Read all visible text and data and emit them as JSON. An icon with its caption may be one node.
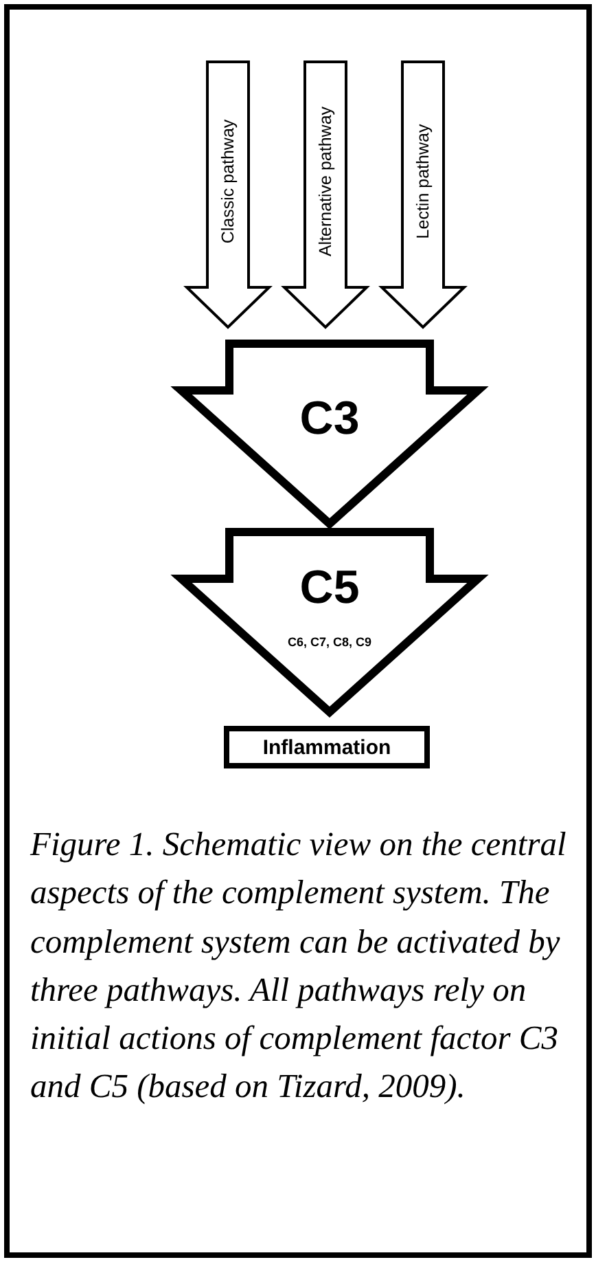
{
  "diagram": {
    "caption": "Figure 1. Schematic view on the central aspects of the complement system. The complement system can be activated by three pathways. All pathways rely on initial actions of complement factor C3 and C5 (based on Tizard, 2009).",
    "nodes": [
      {
        "text": [
          "Classic pathway"
        ]
      },
      {
        "text": [
          "Alternative pathway"
        ]
      },
      {
        "text": [
          "Lectin pathway"
        ]
      },
      {
        "text": [
          "C3"
        ]
      },
      {
        "text": [
          "C5",
          "C6, C7, C8, C9"
        ]
      },
      {
        "text": [
          "Inflammation"
        ]
      }
    ]
  }
}
